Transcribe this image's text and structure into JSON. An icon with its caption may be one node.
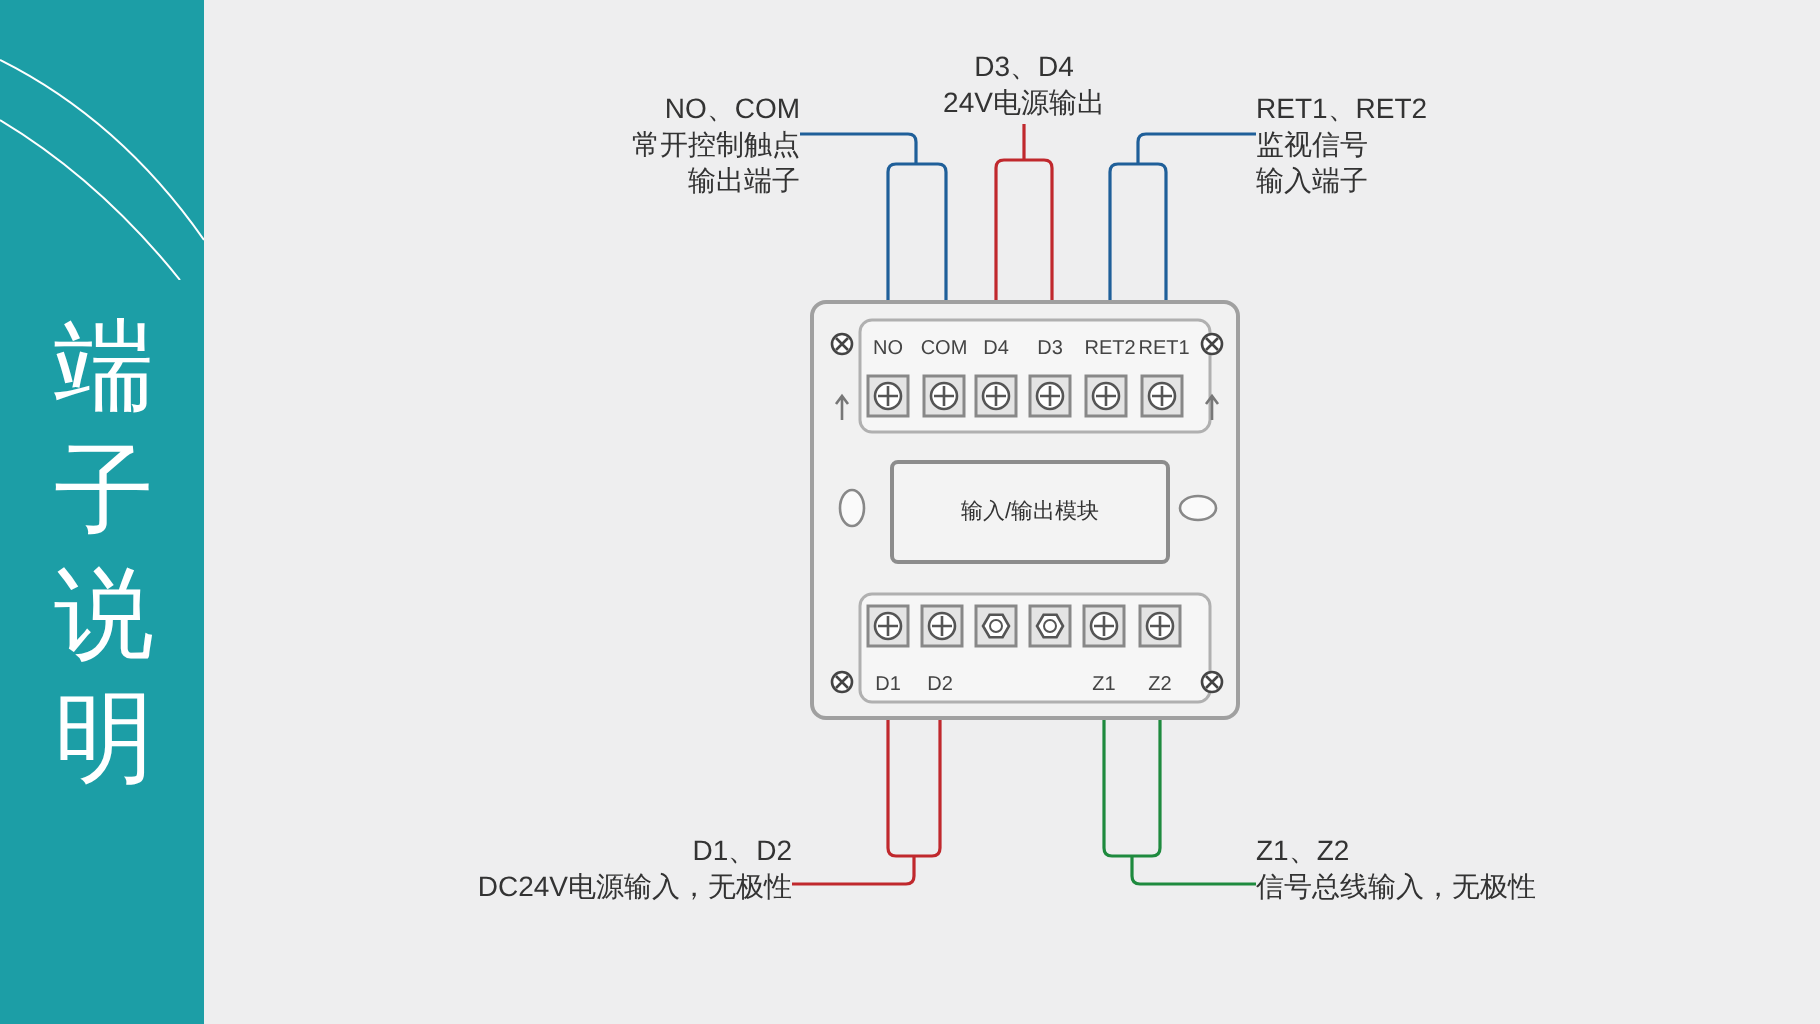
{
  "diagram": {
    "title": "端子说明",
    "nodes": [
      {
        "text": [],
        "shape": "box"
      },
      {
        "text": [
          "输入/输出模块"
        ],
        "in": 0
      },
      {
        "text": [
          "NO、COM",
          "常开控制触点输出端子"
        ]
      },
      {
        "text": [
          "D3、D4",
          "24V电源输出"
        ]
      },
      {
        "text": [
          "RET1、RET2",
          "监视信号输入端子"
        ]
      },
      {
        "text": [
          "D1、D2",
          "DC24V电源输入，无极性"
        ]
      },
      {
        "text": [
          "Z1、Z2",
          "信号总线输入，无极性"
        ]
      }
    ],
    "edges": [
      {
        "from": 2,
        "to": 0,
        "arrow": "none",
        "color": "#1f5f99"
      },
      {
        "from": 3,
        "to": 0,
        "arrow": "none",
        "color": "#c0282d"
      },
      {
        "from": 4,
        "to": 0,
        "arrow": "none",
        "color": "#1f5f99"
      },
      {
        "from": 5,
        "to": 0,
        "arrow": "none",
        "color": "#c0282d"
      },
      {
        "from": 6,
        "to": 0,
        "arrow": "none",
        "color": "#1e8a3e"
      }
    ],
    "labels": [
      "NO",
      "COM",
      "D4",
      "D3",
      "RET2",
      "RET1",
      "D1",
      "D2",
      "Z1",
      "Z2"
    ]
  }
}
